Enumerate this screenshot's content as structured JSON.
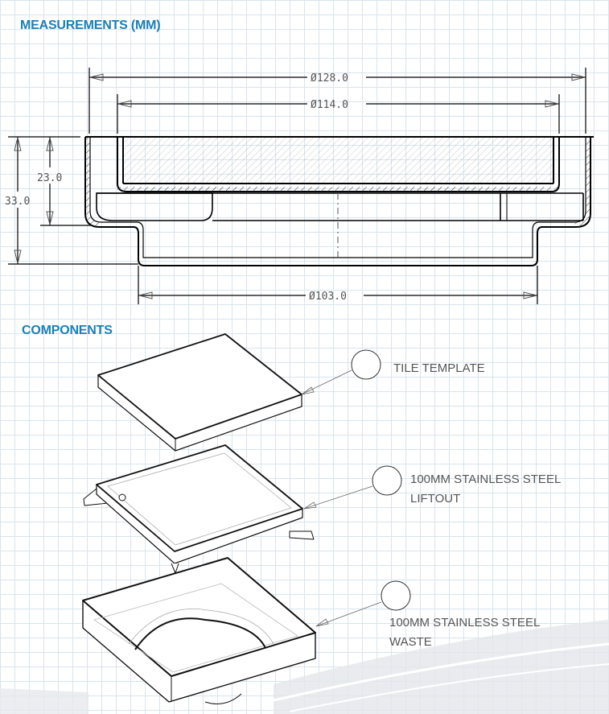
{
  "sections": {
    "measurements_title": "MEASUREMENTS (MM)",
    "components_title": "COMPONENTS"
  },
  "dimensions": {
    "outer_diameter": "Ø128.0",
    "inner_diameter": "Ø114.0",
    "base_diameter": "Ø103.0",
    "upper_depth": "23.0",
    "total_height": "33.0"
  },
  "components": [
    {
      "label": "TILE TEMPLATE"
    },
    {
      "label_line1": "100MM STAINLESS STEEL",
      "label_line2": "LIFTOUT"
    },
    {
      "label_line1": "100MM STAINLESS STEEL",
      "label_line2": "WASTE"
    }
  ],
  "colors": {
    "heading": "#1a7fb5",
    "grid": "#d9e4ee"
  }
}
